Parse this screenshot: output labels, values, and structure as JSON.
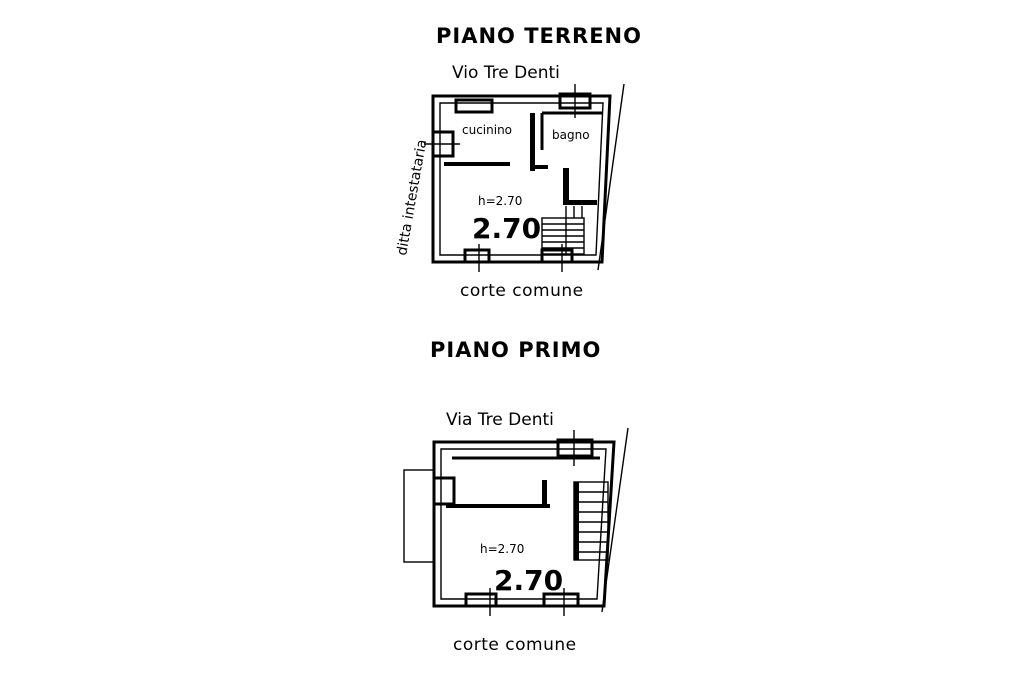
{
  "ground_floor": {
    "title": "PIANO TERRENO",
    "street": "Vio Tre Denti",
    "side_label": "ditta intestataria",
    "rooms": {
      "kitchen": "cucinino",
      "bathroom": "bagno"
    },
    "height": "h=2.70",
    "height_big": "2.70",
    "court": "corte comune"
  },
  "first_floor": {
    "title": "PIANO PRIMO",
    "street": "Via Tre Denti",
    "height": "h=2.70",
    "height_big": "2.70",
    "court": "corte comune"
  }
}
